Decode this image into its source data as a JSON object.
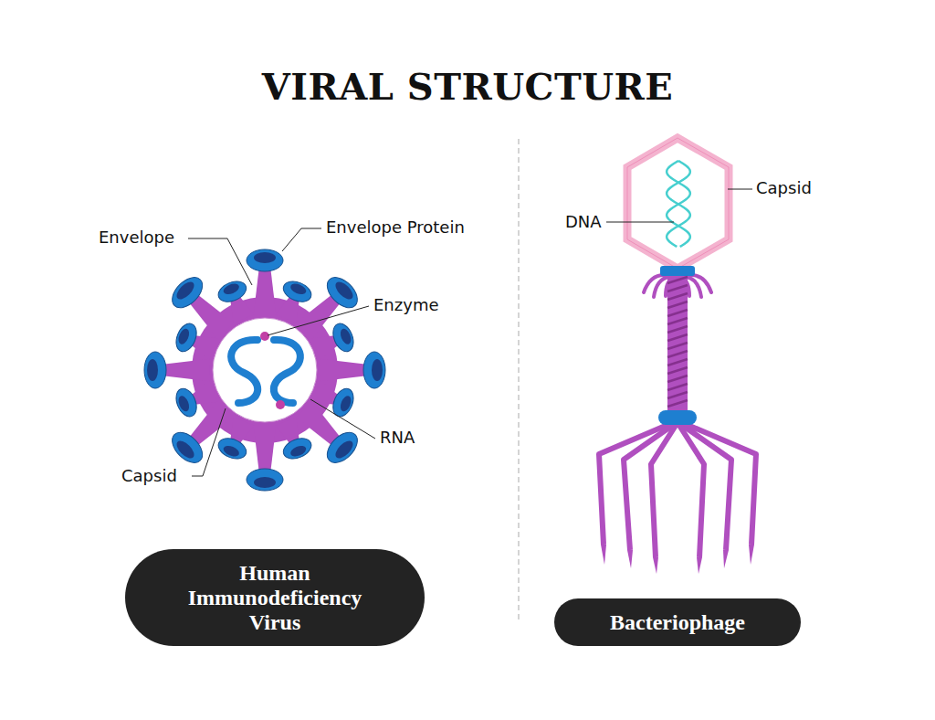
{
  "diagram": {
    "title": "VIRAL STRUCTURE",
    "nodes": [
      {
        "text": [
          "Human Immunodeficiency Virus"
        ]
      },
      {
        "text": [
          "Bacteriophage"
        ]
      }
    ],
    "labels": [
      "Envelope",
      "Envelope Protein",
      "Enzyme",
      "RNA",
      "Capsid",
      "Capsid",
      "DNA"
    ]
  }
}
